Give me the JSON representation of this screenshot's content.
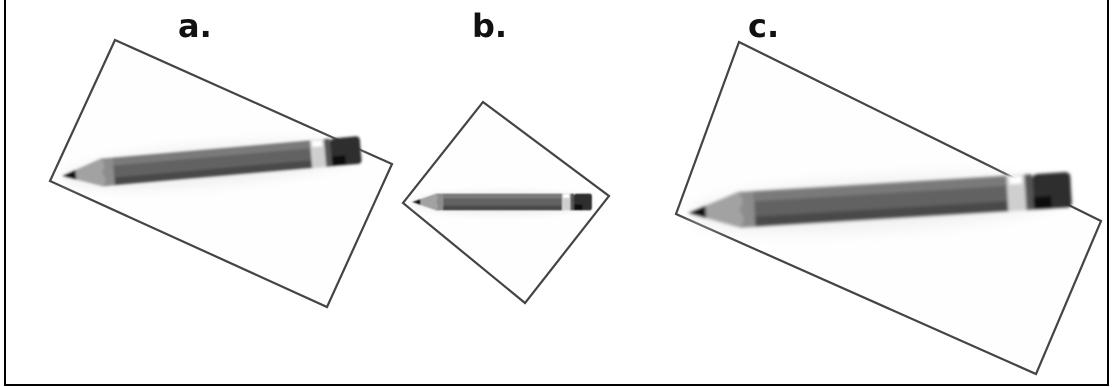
{
  "panels": [
    {
      "label": "a."
    },
    {
      "label": "b."
    },
    {
      "label": "c."
    }
  ],
  "colors": {
    "frame": "#000000",
    "box_border": "#444444",
    "pencil_body": "#5f5f5f",
    "pencil_tip": "#9a9a9a",
    "lead": "#111111",
    "eraser": "#2e2e2e"
  },
  "icons": [
    "pencil-icon"
  ]
}
